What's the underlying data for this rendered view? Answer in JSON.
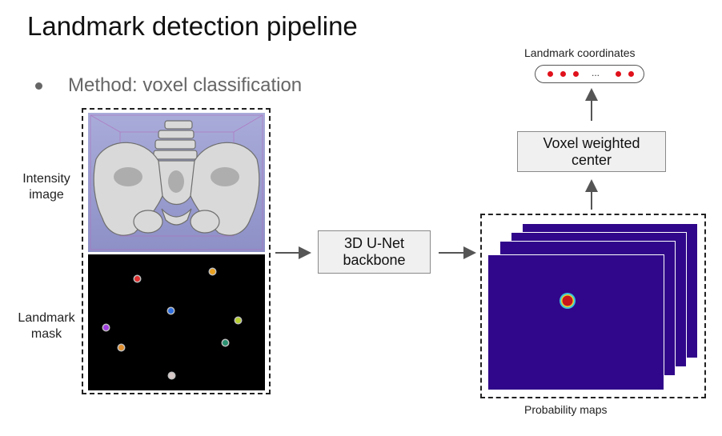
{
  "title": "Landmark detection pipeline",
  "bullet": "Method: voxel classification",
  "labels": {
    "intensity": [
      "Intensity",
      "image"
    ],
    "mask": [
      "Landmark",
      "mask"
    ],
    "probability": "Probability maps",
    "coordinates": "Landmark coordinates",
    "ellipsis": "..."
  },
  "boxes": {
    "backbone": [
      "3D U-Net",
      "backbone"
    ],
    "weighted_center": [
      "Voxel weighted",
      "center"
    ]
  },
  "colors": {
    "probability_map": "#30078a",
    "hotspot": "#c8141b",
    "landmark_dot": "#e0111b",
    "box_fill": "#f0f0f0"
  },
  "mask_landmarks": [
    {
      "color": "#e03030"
    },
    {
      "color": "#e8a020"
    },
    {
      "color": "#2f6fe0"
    },
    {
      "color": "#a040e0"
    },
    {
      "color": "#b8d030"
    },
    {
      "color": "#e09030"
    },
    {
      "color": "#2a9070"
    },
    {
      "color": "#d8c8c8"
    }
  ]
}
